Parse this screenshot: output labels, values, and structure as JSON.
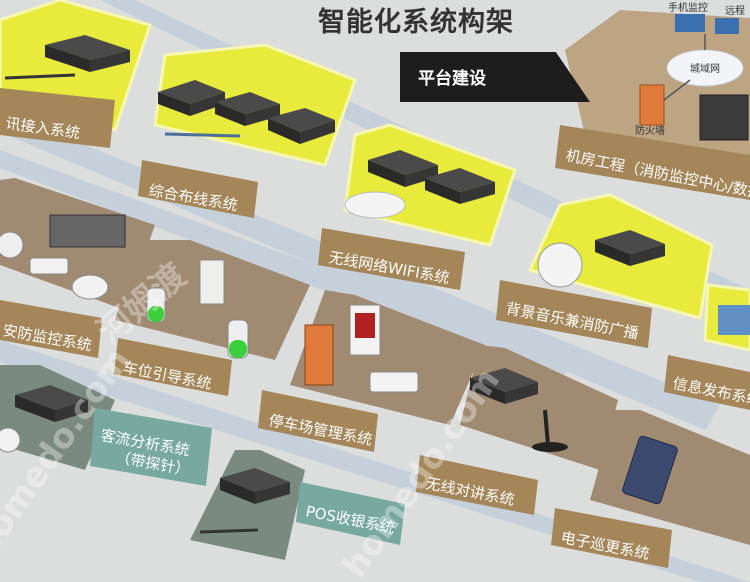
{
  "title": "智能化系统构架",
  "platform_label": "平台建设",
  "colors": {
    "yellow_panel": "#e8ea3c",
    "yellow_edge": "#f6f7b0",
    "brown_panel": "#a08a72",
    "teal_panel": "#7b8a80",
    "label_tan": "#a48659",
    "label_teal": "#77a9a1",
    "road": "#c6d0da",
    "ground": "#dcdedd"
  },
  "systems": {
    "telecom_access": "讯接入系统",
    "structured_cabling": "综合布线系统",
    "wireless_wifi": "无线网络WIFI系统",
    "machine_room": "机房工程（消防监控中心/数据",
    "security_monitoring": "安防监控系统",
    "parking_guidance": "车位引导系统",
    "parking_management": "停车场管理系统",
    "background_music": "背景音乐兼消防广播",
    "info_release": "信息发布系统",
    "passenger_flow": "客流分析系统",
    "passenger_flow_sub": "（带探针）",
    "wireless_intercom": "无线对讲系统",
    "pos_collection": "POS收银系统",
    "patrol": "电子巡更系统"
  },
  "network": {
    "mobile_monitor": "手机监控",
    "remote": "远程",
    "wan": "城域网",
    "firewall": "防火墙"
  },
  "watermarks": [
    "河姆渡",
    "homedo.com"
  ]
}
